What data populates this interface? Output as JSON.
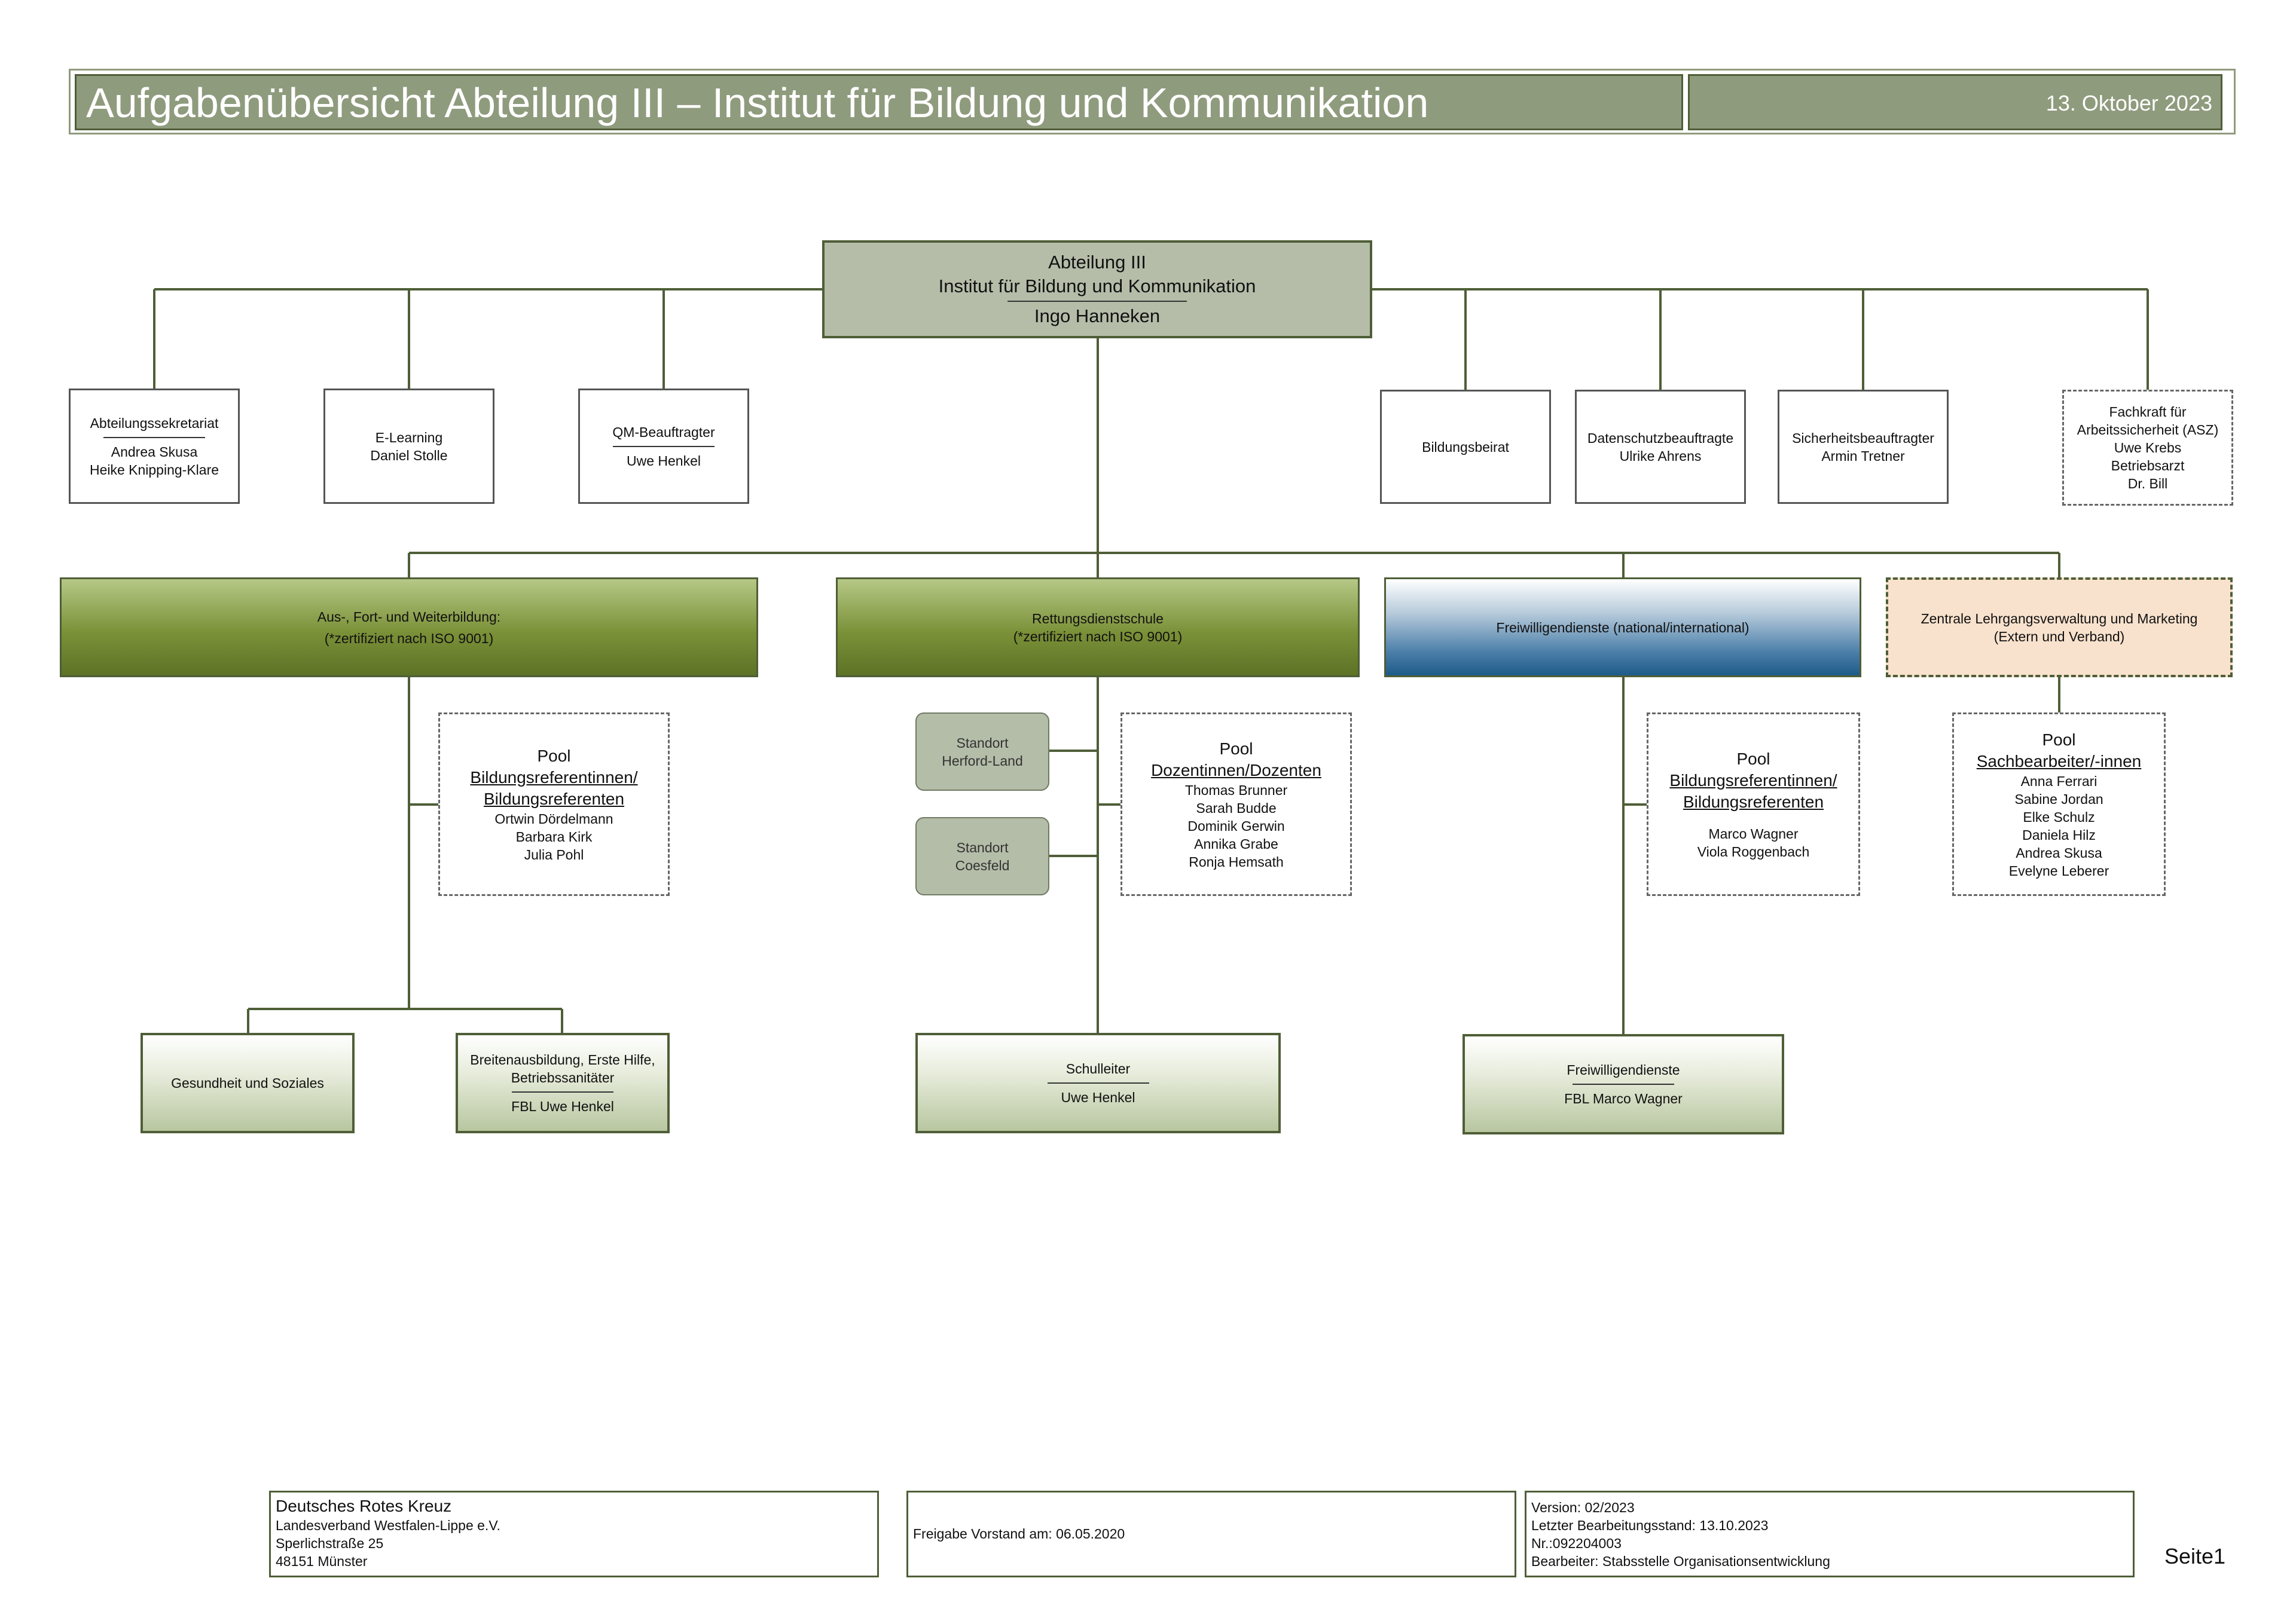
{
  "header": {
    "title": "Aufgabenübersicht Abteilung III – Institut für Bildung und Kommunikation",
    "date": "13. Oktober 2023"
  },
  "top": {
    "line1": "Abteilung III",
    "line2": "Institut für Bildung und Kommunikation",
    "name": "Ingo Hanneken"
  },
  "staff": {
    "sekretariat": {
      "title": "Abteilungssekretariat",
      "names": [
        "Andrea Skusa",
        "Heike Knipping-Klare"
      ]
    },
    "elearning": {
      "title": "E-Learning",
      "name": "Daniel Stolle"
    },
    "qm": {
      "title": "QM-Beauftragter",
      "name": "Uwe Henkel"
    },
    "beirat": {
      "title": "Bildungsbeirat"
    },
    "datenschutz": {
      "title": "Datenschutzbeauftragte",
      "name": "Ulrike Ahrens"
    },
    "sicherheit": {
      "title": "Sicherheitsbeauftragter",
      "name": "Armin Tretner"
    },
    "asz": {
      "lines": [
        "Fachkraft für",
        "Arbeitssicherheit (ASZ)",
        "Uwe Krebs",
        "Betriebsarzt",
        "Dr. Bill"
      ]
    }
  },
  "departments": {
    "ausbildung": {
      "line1": "Aus-, Fort- und Weiterbildung:",
      "line2": "(*zertifiziert nach ISO 9001)"
    },
    "rettung": {
      "line1": "Rettungsdienstschule",
      "line2": "(*zertifiziert nach ISO 9001)"
    },
    "freiwillig": {
      "line1": "Freiwilligendienste (national/international)"
    },
    "zentrale": {
      "line1": "Zentrale Lehrgangsverwaltung und Marketing",
      "line2": "(Extern und Verband)"
    }
  },
  "pools": {
    "bildung1": {
      "title": "Pool",
      "sub1": "Bildungsreferentinnen/",
      "sub2": "Bildungsreferenten",
      "names": [
        "Ortwin Dördelmann",
        "Barbara Kirk",
        "Julia Pohl"
      ]
    },
    "dozenten": {
      "title": "Pool",
      "sub1": "Dozentinnen/Dozenten",
      "names": [
        "Thomas Brunner",
        "Sarah Budde",
        "Dominik Gerwin",
        "Annika Grabe",
        "Ronja Hemsath"
      ]
    },
    "bildung2": {
      "title": "Pool",
      "sub1": "Bildungsreferentinnen/",
      "sub2": "Bildungsreferenten",
      "names": [
        "Marco Wagner",
        "Viola Roggenbach"
      ]
    },
    "sachbearbeiter": {
      "title": "Pool",
      "sub1": "Sachbearbeiter/-innen",
      "names": [
        "Anna Ferrari",
        "Sabine Jordan",
        "Elke Schulz",
        "Daniela Hilz",
        "Andrea Skusa",
        "Evelyne Leberer"
      ]
    }
  },
  "standorte": {
    "herford": {
      "line1": "Standort",
      "line2": "Herford-Land"
    },
    "coesfeld": {
      "line1": "Standort",
      "line2": "Coesfeld"
    }
  },
  "units": {
    "gesundheit": {
      "title": "Gesundheit und Soziales"
    },
    "breiten": {
      "line1": "Breitenausbildung,  Erste Hilfe,",
      "line2": "Betriebssanitäter",
      "name": "FBL Uwe Henkel"
    },
    "schulleiter": {
      "title": "Schulleiter",
      "name": "Uwe Henkel"
    },
    "freiwilligendienste": {
      "title": "Freiwilligendienste",
      "name": "FBL Marco Wagner"
    }
  },
  "footer": {
    "org": {
      "name": "Deutsches Rotes Kreuz",
      "lines": [
        "Landesverband Westfalen-Lippe e.V.",
        "Sperlichstraße 25",
        "48151 Münster"
      ]
    },
    "freigabe": "Freigabe Vorstand am: 06.05.2020",
    "meta": [
      "Version: 02/2023",
      "Letzter Bearbeitungsstand: 13.10.2023",
      "Nr.:092204003",
      "Bearbeiter: Stabsstelle Organisationsentwicklung"
    ],
    "page": "Seite1"
  },
  "colors": {
    "header_olive": "#8f9b7d",
    "top_box": "#b5bda9",
    "line": "#4f5e37",
    "peach": "#f8e2cd",
    "blue": "#1e5b88"
  }
}
